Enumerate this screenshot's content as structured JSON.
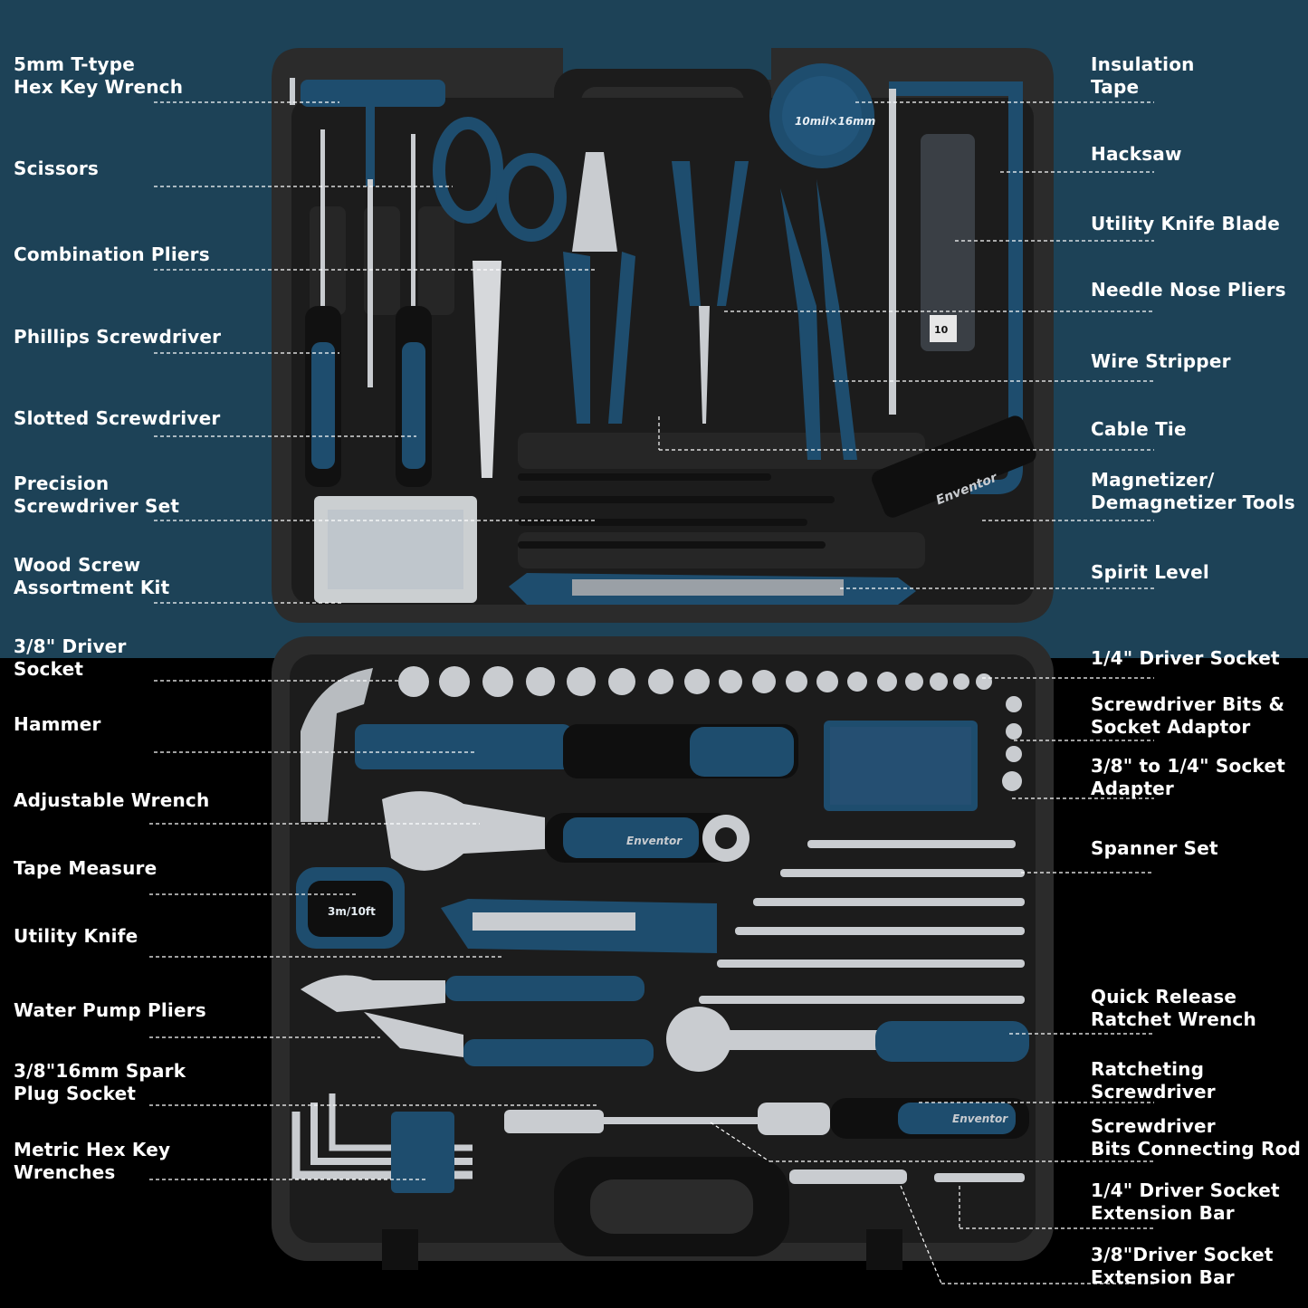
{
  "colors": {
    "top_background": "#1d4257",
    "bottom_background": "#000000",
    "case": "#2b2b2b",
    "tray": "#1c1c1c",
    "accent_blue": "#1e4d6e",
    "chrome": "#c9ccd0",
    "leader_line": "#ffffff"
  },
  "product": {
    "brand": "Enventor",
    "tape_markings": "10mil×16mm",
    "measure_markings": "3m/10ft",
    "blade_pack_count": "10"
  },
  "labels_left": [
    {
      "id": "t-hex-key",
      "text": "5mm T-type\nHex Key Wrench"
    },
    {
      "id": "scissors",
      "text": "Scissors"
    },
    {
      "id": "combination-pliers",
      "text": "Combination Pliers"
    },
    {
      "id": "phillips-screwdriver",
      "text": "Phillips Screwdriver"
    },
    {
      "id": "slotted-screwdriver",
      "text": "Slotted Screwdriver"
    },
    {
      "id": "precision-screwdriver-set",
      "text": "Precision\nScrewdriver Set"
    },
    {
      "id": "wood-screw-kit",
      "text": "Wood Screw\nAssortment Kit"
    },
    {
      "id": "driver-socket-38",
      "text": "3/8\" Driver\nSocket"
    },
    {
      "id": "hammer",
      "text": "Hammer"
    },
    {
      "id": "adjustable-wrench",
      "text": "Adjustable Wrench"
    },
    {
      "id": "tape-measure",
      "text": "Tape Measure"
    },
    {
      "id": "utility-knife",
      "text": "Utility Knife"
    },
    {
      "id": "water-pump-pliers",
      "text": "Water Pump Pliers"
    },
    {
      "id": "spark-plug-socket",
      "text": "3/8\"16mm Spark\nPlug Socket"
    },
    {
      "id": "metric-hex-key",
      "text": "Metric Hex Key\nWrenches"
    }
  ],
  "labels_right": [
    {
      "id": "insulation-tape",
      "text": "Insulation\nTape"
    },
    {
      "id": "hacksaw",
      "text": "Hacksaw"
    },
    {
      "id": "utility-knife-blade",
      "text": "Utility Knife Blade"
    },
    {
      "id": "needle-nose-pliers",
      "text": "Needle Nose Pliers"
    },
    {
      "id": "wire-stripper",
      "text": "Wire Stripper"
    },
    {
      "id": "cable-tie",
      "text": "Cable Tie"
    },
    {
      "id": "magnetizer",
      "text": "Magnetizer/\nDemagnetizer Tools"
    },
    {
      "id": "spirit-level",
      "text": "Spirit Level"
    },
    {
      "id": "driver-socket-14",
      "text": "1/4\" Driver Socket"
    },
    {
      "id": "bits-socket-adaptor",
      "text": "Screwdriver Bits &\nSocket Adaptor"
    },
    {
      "id": "socket-adapter",
      "text": "3/8\" to 1/4\" Socket\nAdapter"
    },
    {
      "id": "spanner-set",
      "text": "Spanner Set"
    },
    {
      "id": "ratchet-wrench",
      "text": "Quick Release\nRatchet Wrench"
    },
    {
      "id": "ratcheting-screwdriver",
      "text": "Ratcheting\nScrewdriver"
    },
    {
      "id": "bits-connecting-rod",
      "text": "Screwdriver\nBits Connecting Rod"
    },
    {
      "id": "extension-bar-14",
      "text": "1/4\" Driver Socket\nExtension Bar"
    },
    {
      "id": "extension-bar-38",
      "text": "3/8\"Driver Socket\nExtension Bar"
    }
  ]
}
